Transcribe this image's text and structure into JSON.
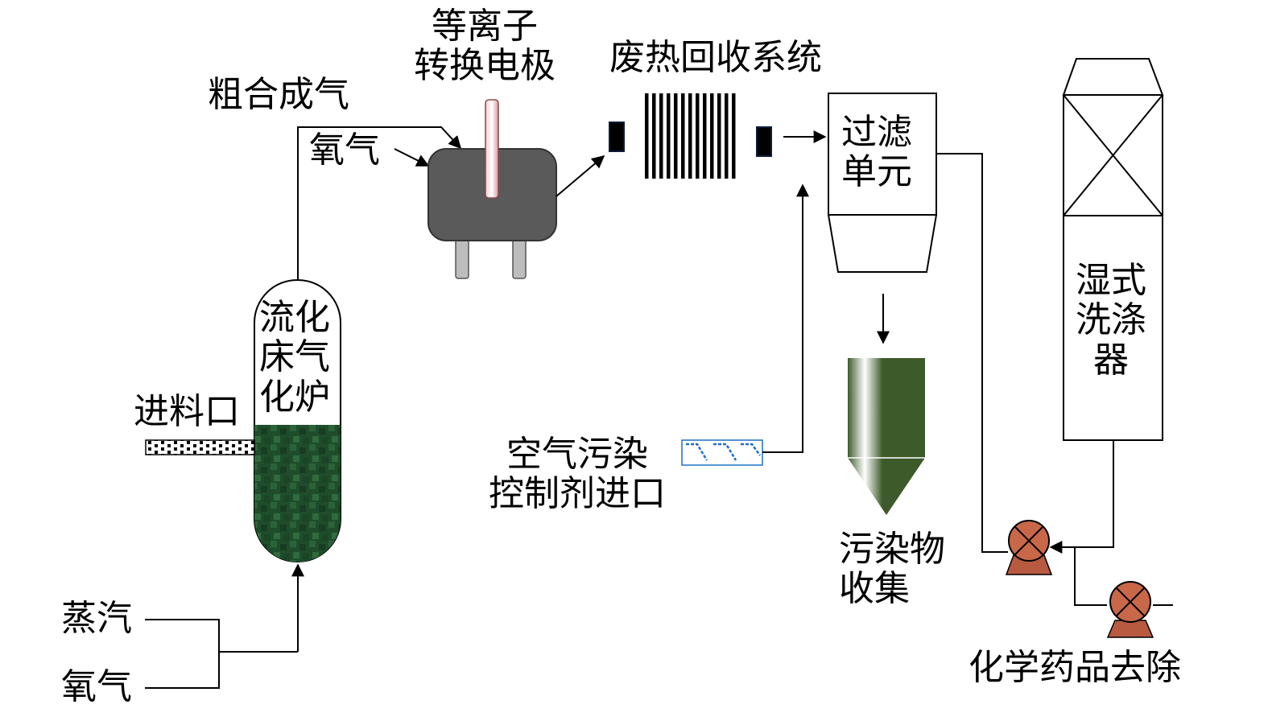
{
  "labels": {
    "plasma_electrode": [
      "等离子",
      "转换电极"
    ],
    "waste_heat": "废热回收系统",
    "crude_syngas": "粗合成气",
    "oxygen_top": "氧气",
    "filter_unit": [
      "过滤",
      "单元"
    ],
    "wet_scrubber": [
      "湿式",
      "洗涤",
      "器"
    ],
    "gasifier": [
      "流化",
      "床气",
      "化炉"
    ],
    "feed_inlet": "进料口",
    "air_pollution_control": [
      "空气污染",
      "控制剂进口"
    ],
    "pollutant_collection": [
      "污染物",
      "收集"
    ],
    "steam": "蒸汽",
    "oxygen_bottom": "氧气",
    "chemical_removal": "化学药品去除"
  },
  "colors": {
    "reactor_body": "#5a5a5a",
    "electrode": "#e8b4b4",
    "gasifier_fill": "#1f4d2b",
    "hopper": "#3d5a2a",
    "pump": "#c86848"
  }
}
